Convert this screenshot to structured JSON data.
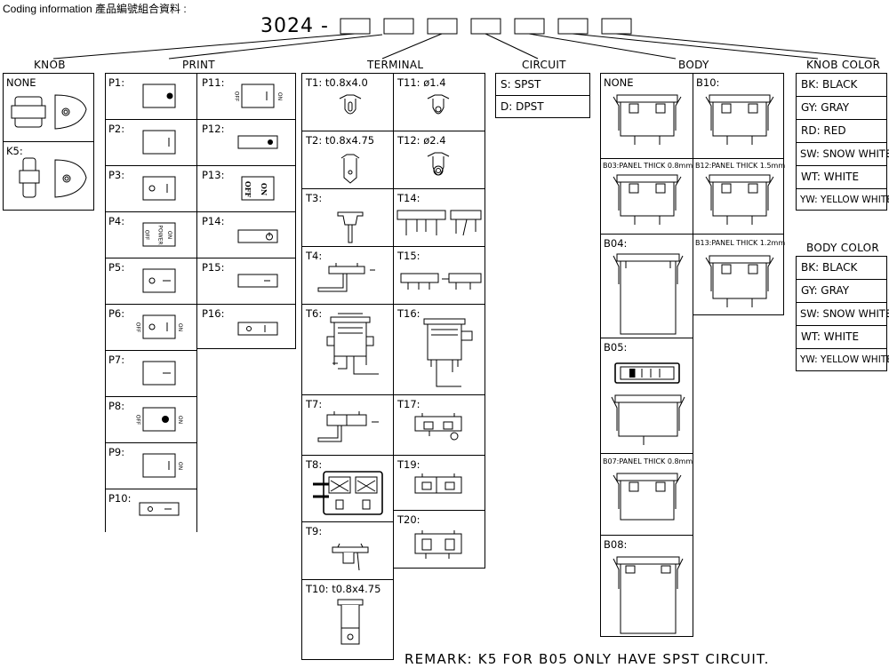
{
  "header": {
    "title": "Coding information 產品編號組合資料 :",
    "code_prefix": "3024 -"
  },
  "sections": {
    "knob": "KNOB",
    "print": "PRINT",
    "terminal": "TERMINAL",
    "circuit": "CIRCUIT",
    "body": "BODY",
    "knob_color": "KNOB COLOR",
    "body_color": "BODY COLOR"
  },
  "knob": [
    "NONE",
    "K5:"
  ],
  "print": {
    "left": [
      "P1:",
      "P2:",
      "P3:",
      "P4:",
      "P5:",
      "P6:",
      "P7:",
      "P8:",
      "P9:",
      "P10:"
    ],
    "right": [
      "P11:",
      "P12:",
      "P13:",
      "P14:",
      "P15:",
      "P16:"
    ]
  },
  "print_marks": {
    "power": "POWER",
    "on": "ON",
    "off": "OFF",
    "o": "O"
  },
  "terminal": {
    "left": [
      "T1:  t0.8x4.0",
      "T2:  t0.8x4.75",
      "T3:",
      "T4:",
      "T6:",
      "T7:",
      "T8:",
      "T9:",
      "T10:  t0.8x4.75"
    ],
    "right": [
      "T11:  ø1.4",
      "T12:  ø2.4",
      "T14:",
      "T15:",
      "T16:",
      "T17:",
      "T19:",
      "T20:"
    ]
  },
  "circuit": [
    "S:  SPST",
    "D:  DPST"
  ],
  "body": {
    "left": [
      "NONE",
      "B03:PANEL THICK 0.8mm",
      "B04:",
      "B05:",
      "B07:PANEL THICK 0.8mm",
      "B08:"
    ],
    "right": [
      "B10:",
      "B12:PANEL THICK 1.5mm",
      "B13:PANEL THICK 1.2mm"
    ]
  },
  "knob_color": [
    "BK:  BLACK",
    "GY:  GRAY",
    "RD:  RED",
    "SW: SNOW WHITE",
    "WT:  WHITE",
    "YW: YELLOW WHITE"
  ],
  "body_color": [
    "BK:  BLACK",
    "GY:  GRAY",
    "SW: SNOW WHITE",
    "WT:  WHITE",
    "YW: YELLOW WHITE"
  ],
  "remark": "REMARK: K5 FOR B05 ONLY HAVE SPST CIRCUIT."
}
